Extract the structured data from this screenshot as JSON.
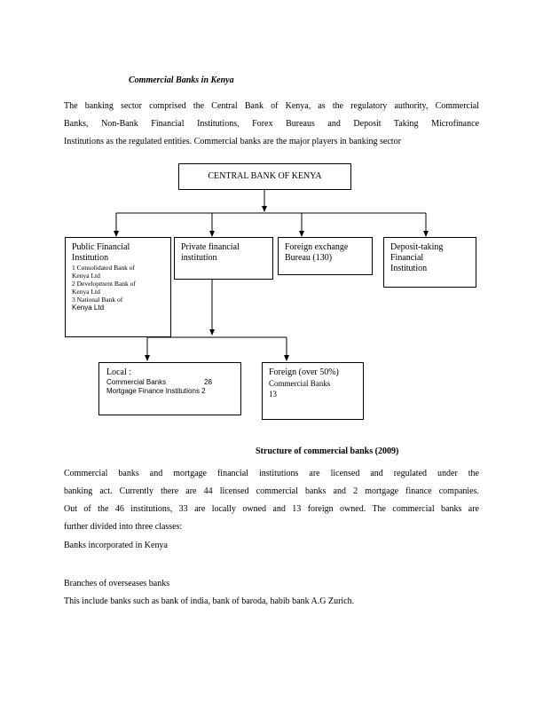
{
  "heading": "Commercial Banks in Kenya",
  "intro_lines": [
    "The banking sector comprised the Central Bank of Kenya, as the regulatory authority, Commercial",
    "Banks, Non-Bank Financial Institutions, Forex Bureaus and Deposit Taking Microfinance",
    "Institutions as the regulated entities. Commercial banks are the major players in banking sector"
  ],
  "diagram": {
    "top": "CENTRAL BANK OF KENYA",
    "public": {
      "title_1": "Public Financial",
      "title_2": "Institution",
      "items": [
        "1 Consolidated Bank of",
        "Kenya Ltd",
        "2 Development Bank of",
        "Kenya Ltd",
        "3 National Bank of"
      ],
      "last": "Kenya Ltd"
    },
    "private": {
      "line_1": "Private financial",
      "line_2": "institution"
    },
    "forex": {
      "line_1": "Foreign exchange",
      "line_2": "Bureau (130)"
    },
    "deposit": {
      "line_1": "Deposit-taking",
      "line_2": "Financial",
      "line_3": "Institution"
    },
    "local": {
      "title": "Local :",
      "row_1_label": "Commercial Banks",
      "row_1_value": "28",
      "row_2": "Mortgage Finance Institutions 2"
    },
    "foreign": {
      "line_1": "Foreign (over 50%)",
      "line_2": "Commercial Banks",
      "line_3": "13"
    }
  },
  "caption": "Structure of commercial banks (2009)",
  "body_lines": [
    "Commercial banks and mortgage financial institutions are licensed and regulated under the",
    "banking act. Currently there are 44 licensed commercial banks and 2 mortgage finance companies.",
    "Out of the 46 institutions, 33 are locally owned and 13 foreign owned. The commercial banks are",
    "further divided into three classes:"
  ],
  "class_1": "Banks incorporated in Kenya",
  "class_2": "Branches of overseases banks",
  "class_2_note": "This include banks such as bank of india, bank of baroda, habib bank A.G Zurich."
}
